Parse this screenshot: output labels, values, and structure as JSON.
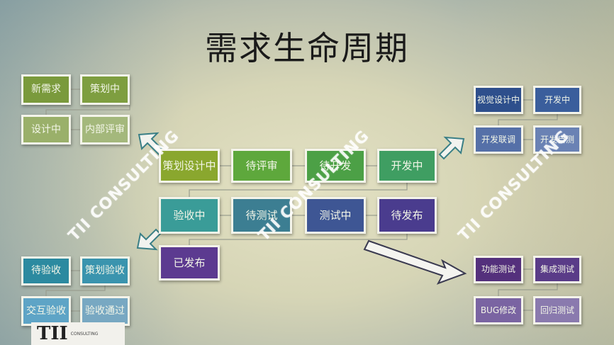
{
  "title": "需求生命周期",
  "main_flow": {
    "row1": [
      "策划设计中",
      "待评审",
      "待开发",
      "开发中"
    ],
    "row2": [
      "验收中",
      "待测试",
      "测试中",
      "待发布"
    ],
    "row3": [
      "已发布"
    ]
  },
  "planning_group": [
    "新需求",
    "策划中",
    "设计中",
    "内部评审"
  ],
  "development_group": [
    "视觉设计中",
    "开发中",
    "开发联调",
    "开发自测"
  ],
  "testing_group": [
    "功能测试",
    "集成测试",
    "BUG修改",
    "回归测试"
  ],
  "acceptance_group": [
    "待验收",
    "策划验收",
    "交互验收",
    "验收通过"
  ],
  "watermark": "TII CONSULTING",
  "logo": {
    "mark": "TII",
    "name": "CONSULTING"
  }
}
